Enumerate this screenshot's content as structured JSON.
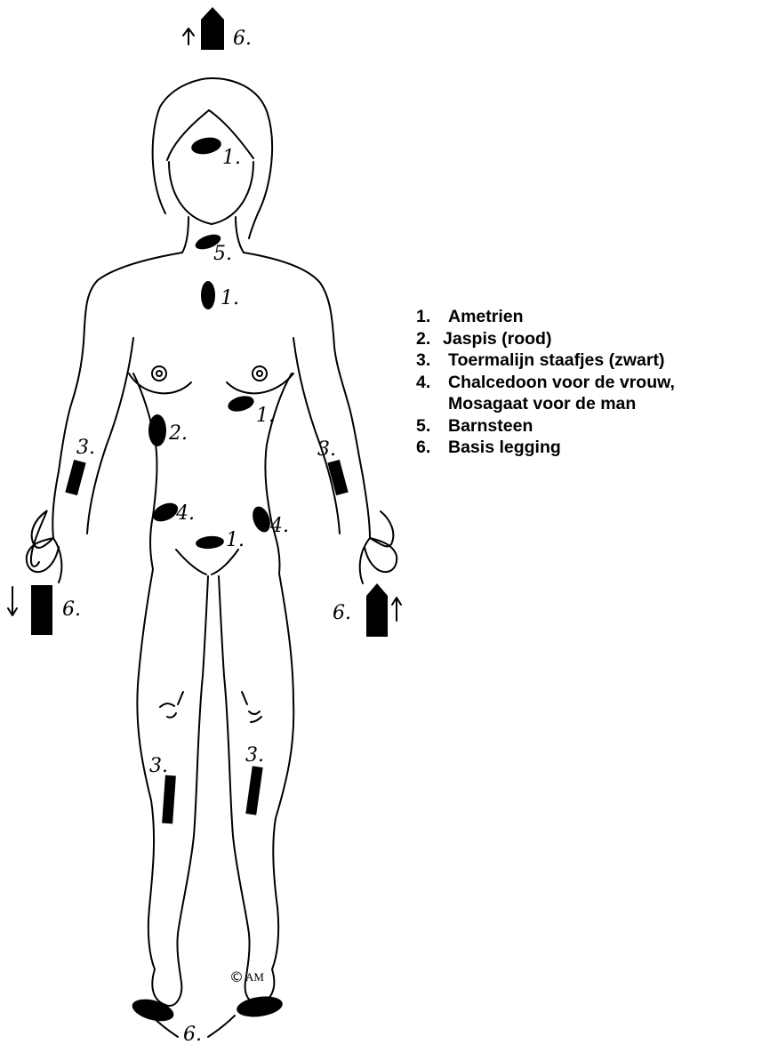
{
  "placements": {
    "n6": "6.",
    "n1": "1.",
    "n2": "2.",
    "n3": "3.",
    "n4": "4.",
    "n5": "5."
  },
  "signature": "AM",
  "legend": [
    {
      "num": "1.",
      "text": "Ametrien"
    },
    {
      "num": "2.",
      "text": "Jaspis (rood)"
    },
    {
      "num": "3.",
      "text": "Toermalijn staafjes (zwart)"
    },
    {
      "num": "4.",
      "text": "Chalcedoon voor de vrouw,"
    },
    {
      "num": "",
      "text": "Mosagaat voor de man"
    },
    {
      "num": "5.",
      "text": "Barnsteen"
    },
    {
      "num": "6.",
      "text": "Basis legging"
    }
  ]
}
